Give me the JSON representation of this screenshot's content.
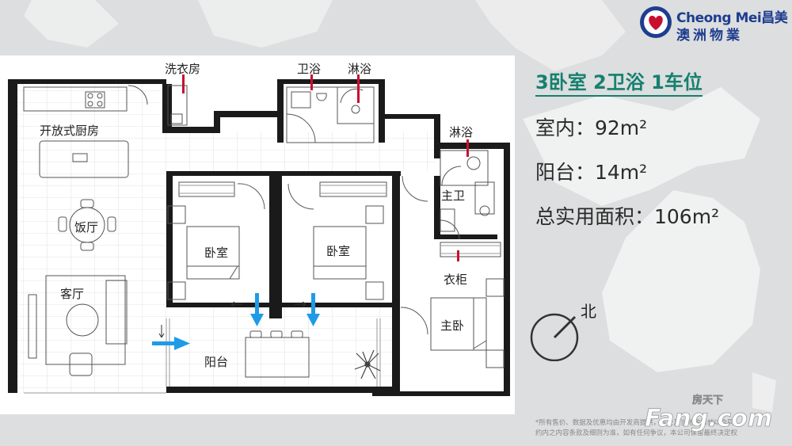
{
  "brand": {
    "name_en": "Cheong Mei",
    "name_cn_short": "昌美",
    "name_cn_full": "澳洲物業",
    "colors": {
      "primary": "#1e3d8f",
      "accent": "#c8102e"
    }
  },
  "floorplan": {
    "rooms": {
      "laundry": "洗衣房",
      "kitchen": "开放式厨房",
      "dining": "饭厅",
      "living": "客厅",
      "bedroom_1": "卧室",
      "bedroom_2": "卧室",
      "balcony": "阳台",
      "bathroom": "卫浴",
      "shower_1": "淋浴",
      "shower_2": "淋浴",
      "ensuite": "主卫",
      "wardrobe": "衣柜",
      "master_bedroom": "主卧"
    },
    "arrow_color": "#1e9be8",
    "marker_color": "#c8102e"
  },
  "info": {
    "title": "3卧室 2卫浴 1车位",
    "indoor": "室内：92m²",
    "balcony": "阳台：14m²",
    "total": "总实用面积：106m²",
    "title_color": "#16806f"
  },
  "compass": {
    "north_label": "北"
  },
  "disclaimer": {
    "line1": "*所有售价、数据及优惠均由开发商提供，收受及当地政策就以合同",
    "line2": "约内之内容条款及细则为准，如有任何争议，本公司保留最终决定权"
  },
  "watermark": {
    "top": "房天下",
    "main": "Fang.com"
  }
}
